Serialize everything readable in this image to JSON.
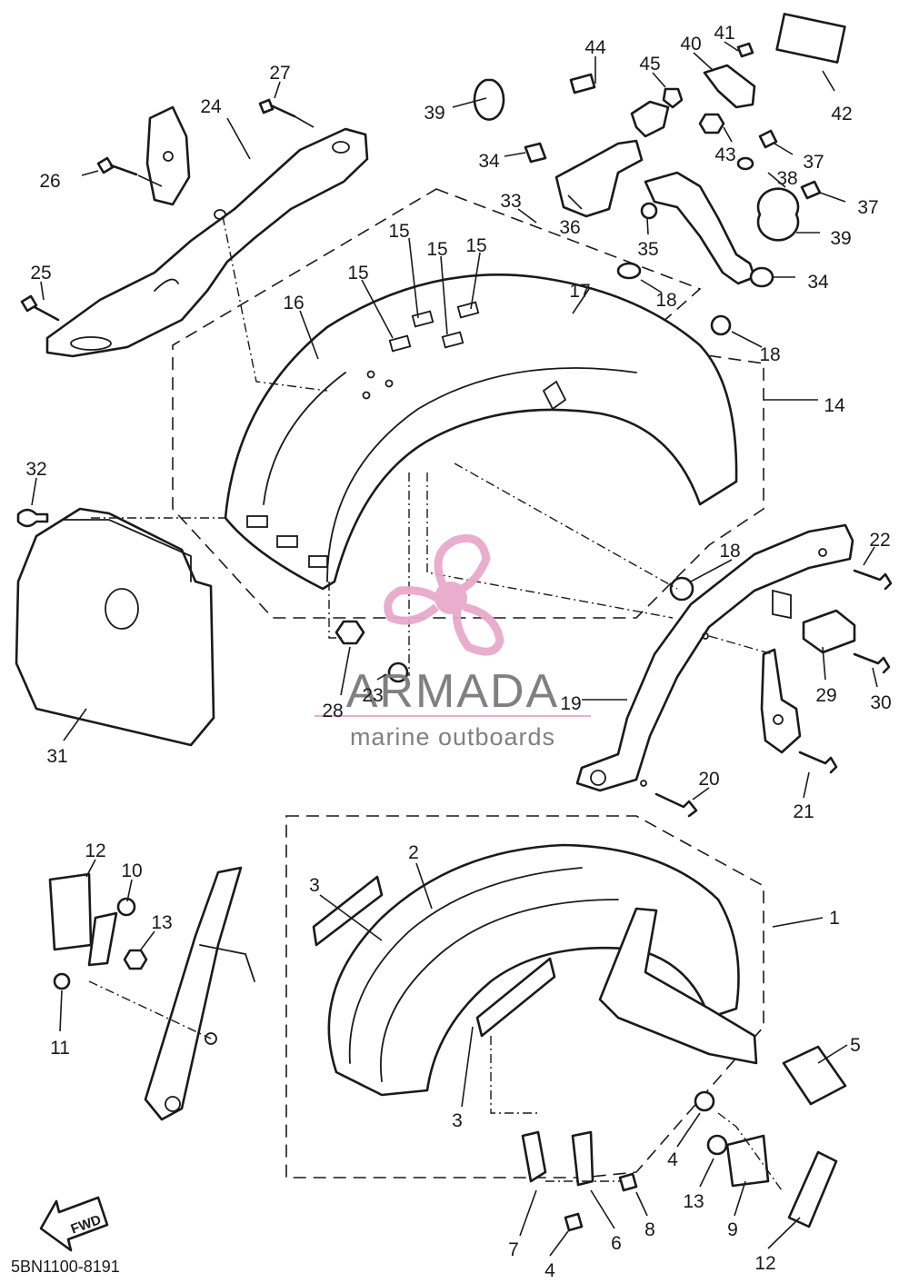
{
  "diagram_code": "5BN1100-8191",
  "direction_label": "FWD",
  "watermark": {
    "brand": "ARMADA",
    "tagline": "marine outboards",
    "accent_color": "#e8a9cc",
    "line_color": "#e8a9cc",
    "text_color": "#7a7a7a"
  },
  "callouts": [
    "44",
    "41",
    "40",
    "45",
    "39",
    "42",
    "27",
    "24",
    "43",
    "37",
    "34",
    "38",
    "26",
    "33",
    "36",
    "35",
    "37",
    "39",
    "15",
    "15",
    "15",
    "15",
    "25",
    "16",
    "17",
    "18",
    "34",
    "18",
    "14",
    "32",
    "18",
    "22",
    "29",
    "28",
    "23",
    "19",
    "30",
    "31",
    "20",
    "21",
    "12",
    "2",
    "3",
    "10",
    "1",
    "13",
    "11",
    "5",
    "3",
    "4",
    "13",
    "8",
    "9",
    "6",
    "7",
    "4",
    "12"
  ]
}
